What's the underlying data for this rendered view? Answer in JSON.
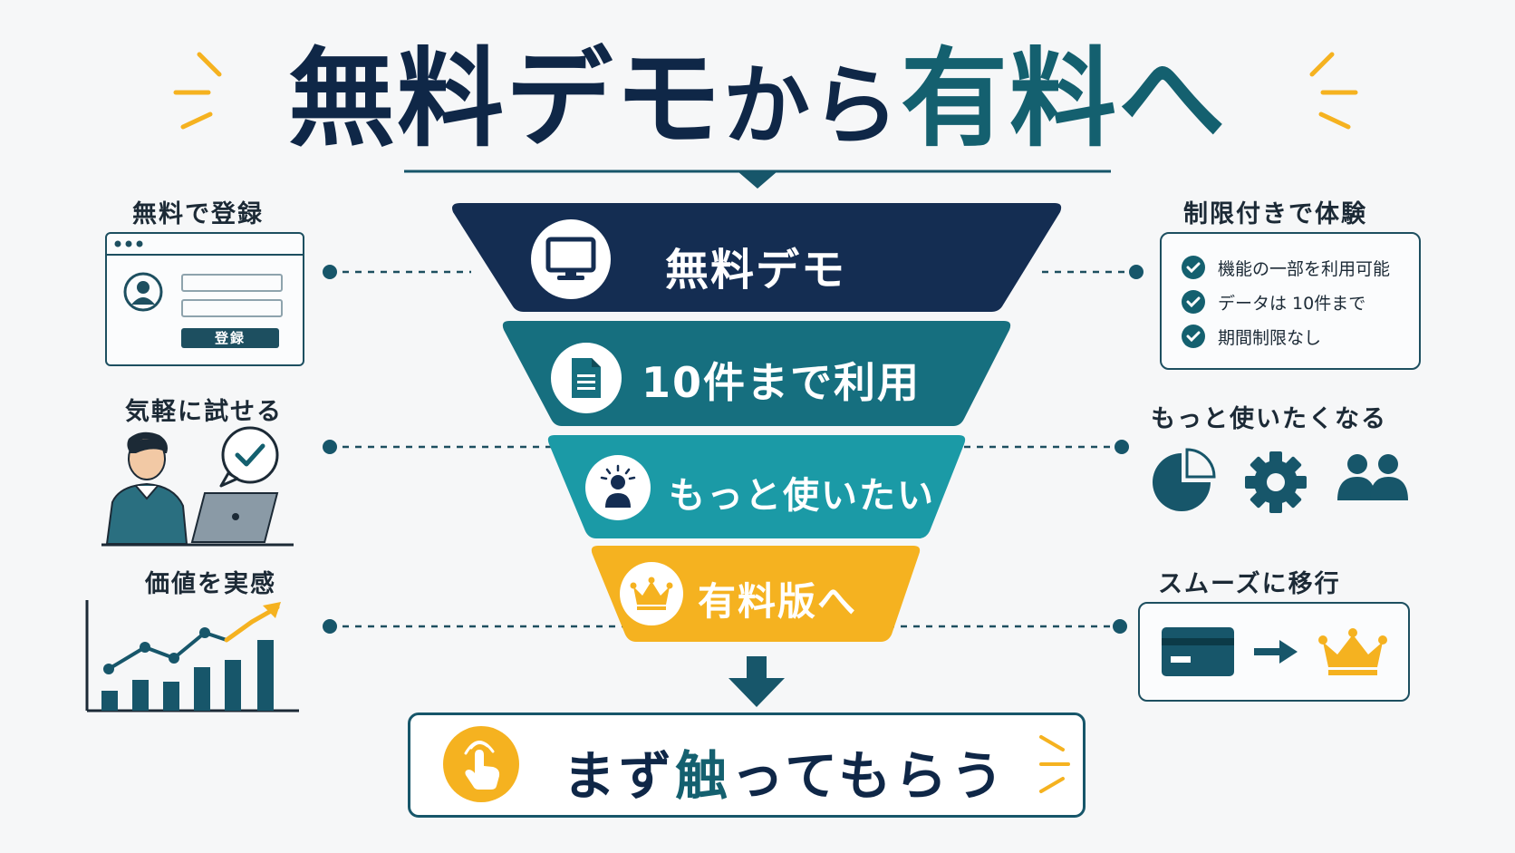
{
  "title": {
    "part1": "無料デモ",
    "part2": "から",
    "part3": "有料へ"
  },
  "funnel": {
    "stages": [
      {
        "label": "無料デモ",
        "icon": "monitor-icon",
        "color": "#142d52"
      },
      {
        "label": "10件まで利用",
        "icon": "document-icon",
        "color": "#166f7f"
      },
      {
        "label": "もっと使いたい",
        "icon": "idea-person-icon",
        "color": "#1b9aa6"
      },
      {
        "label": "有料版へ",
        "icon": "crown-icon",
        "color": "#f5b220"
      }
    ]
  },
  "left": {
    "register": {
      "label": "無料で登録",
      "button": "登録"
    },
    "try": {
      "label": "気軽に試せる"
    },
    "value": {
      "label": "価値を実感"
    }
  },
  "right": {
    "limited": {
      "label": "制限付きで体験",
      "items": [
        "機能の一部を利用可能",
        "データは 10件まで",
        "期間制限なし"
      ]
    },
    "want_more": {
      "label": "もっと使いたくなる"
    },
    "migrate": {
      "label": "スムーズに移行"
    }
  },
  "cta": {
    "part1": "まず",
    "part2": "触",
    "part3": "ってもらう"
  },
  "colors": {
    "navy": "#0f2747",
    "teal_dark": "#14606f",
    "teal": "#1b9aa6",
    "accent": "#f5b220"
  }
}
